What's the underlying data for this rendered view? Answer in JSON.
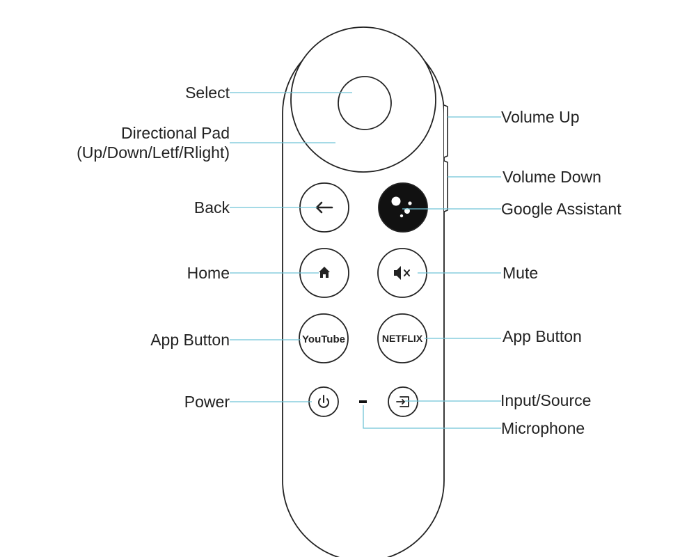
{
  "labels": {
    "select": "Select",
    "dpad_line1": "Directional Pad",
    "dpad_line2": "(Up/Down/Letf/Rlight)",
    "back": "Back",
    "home": "Home",
    "app_button_left": "App Button",
    "power": "Power",
    "volume_up": "Volume Up",
    "volume_down": "Volume Down",
    "google_assistant": "Google Assistant",
    "mute": "Mute",
    "app_button_right": "App Button",
    "input_source": "Input/Source",
    "microphone": "Microphone"
  },
  "buttons": {
    "youtube": "YouTube",
    "netflix": "NETFLIX"
  },
  "colors": {
    "outline": "#222222",
    "leader_line": "#6fc3d6",
    "assistant_fill": "#111111"
  }
}
